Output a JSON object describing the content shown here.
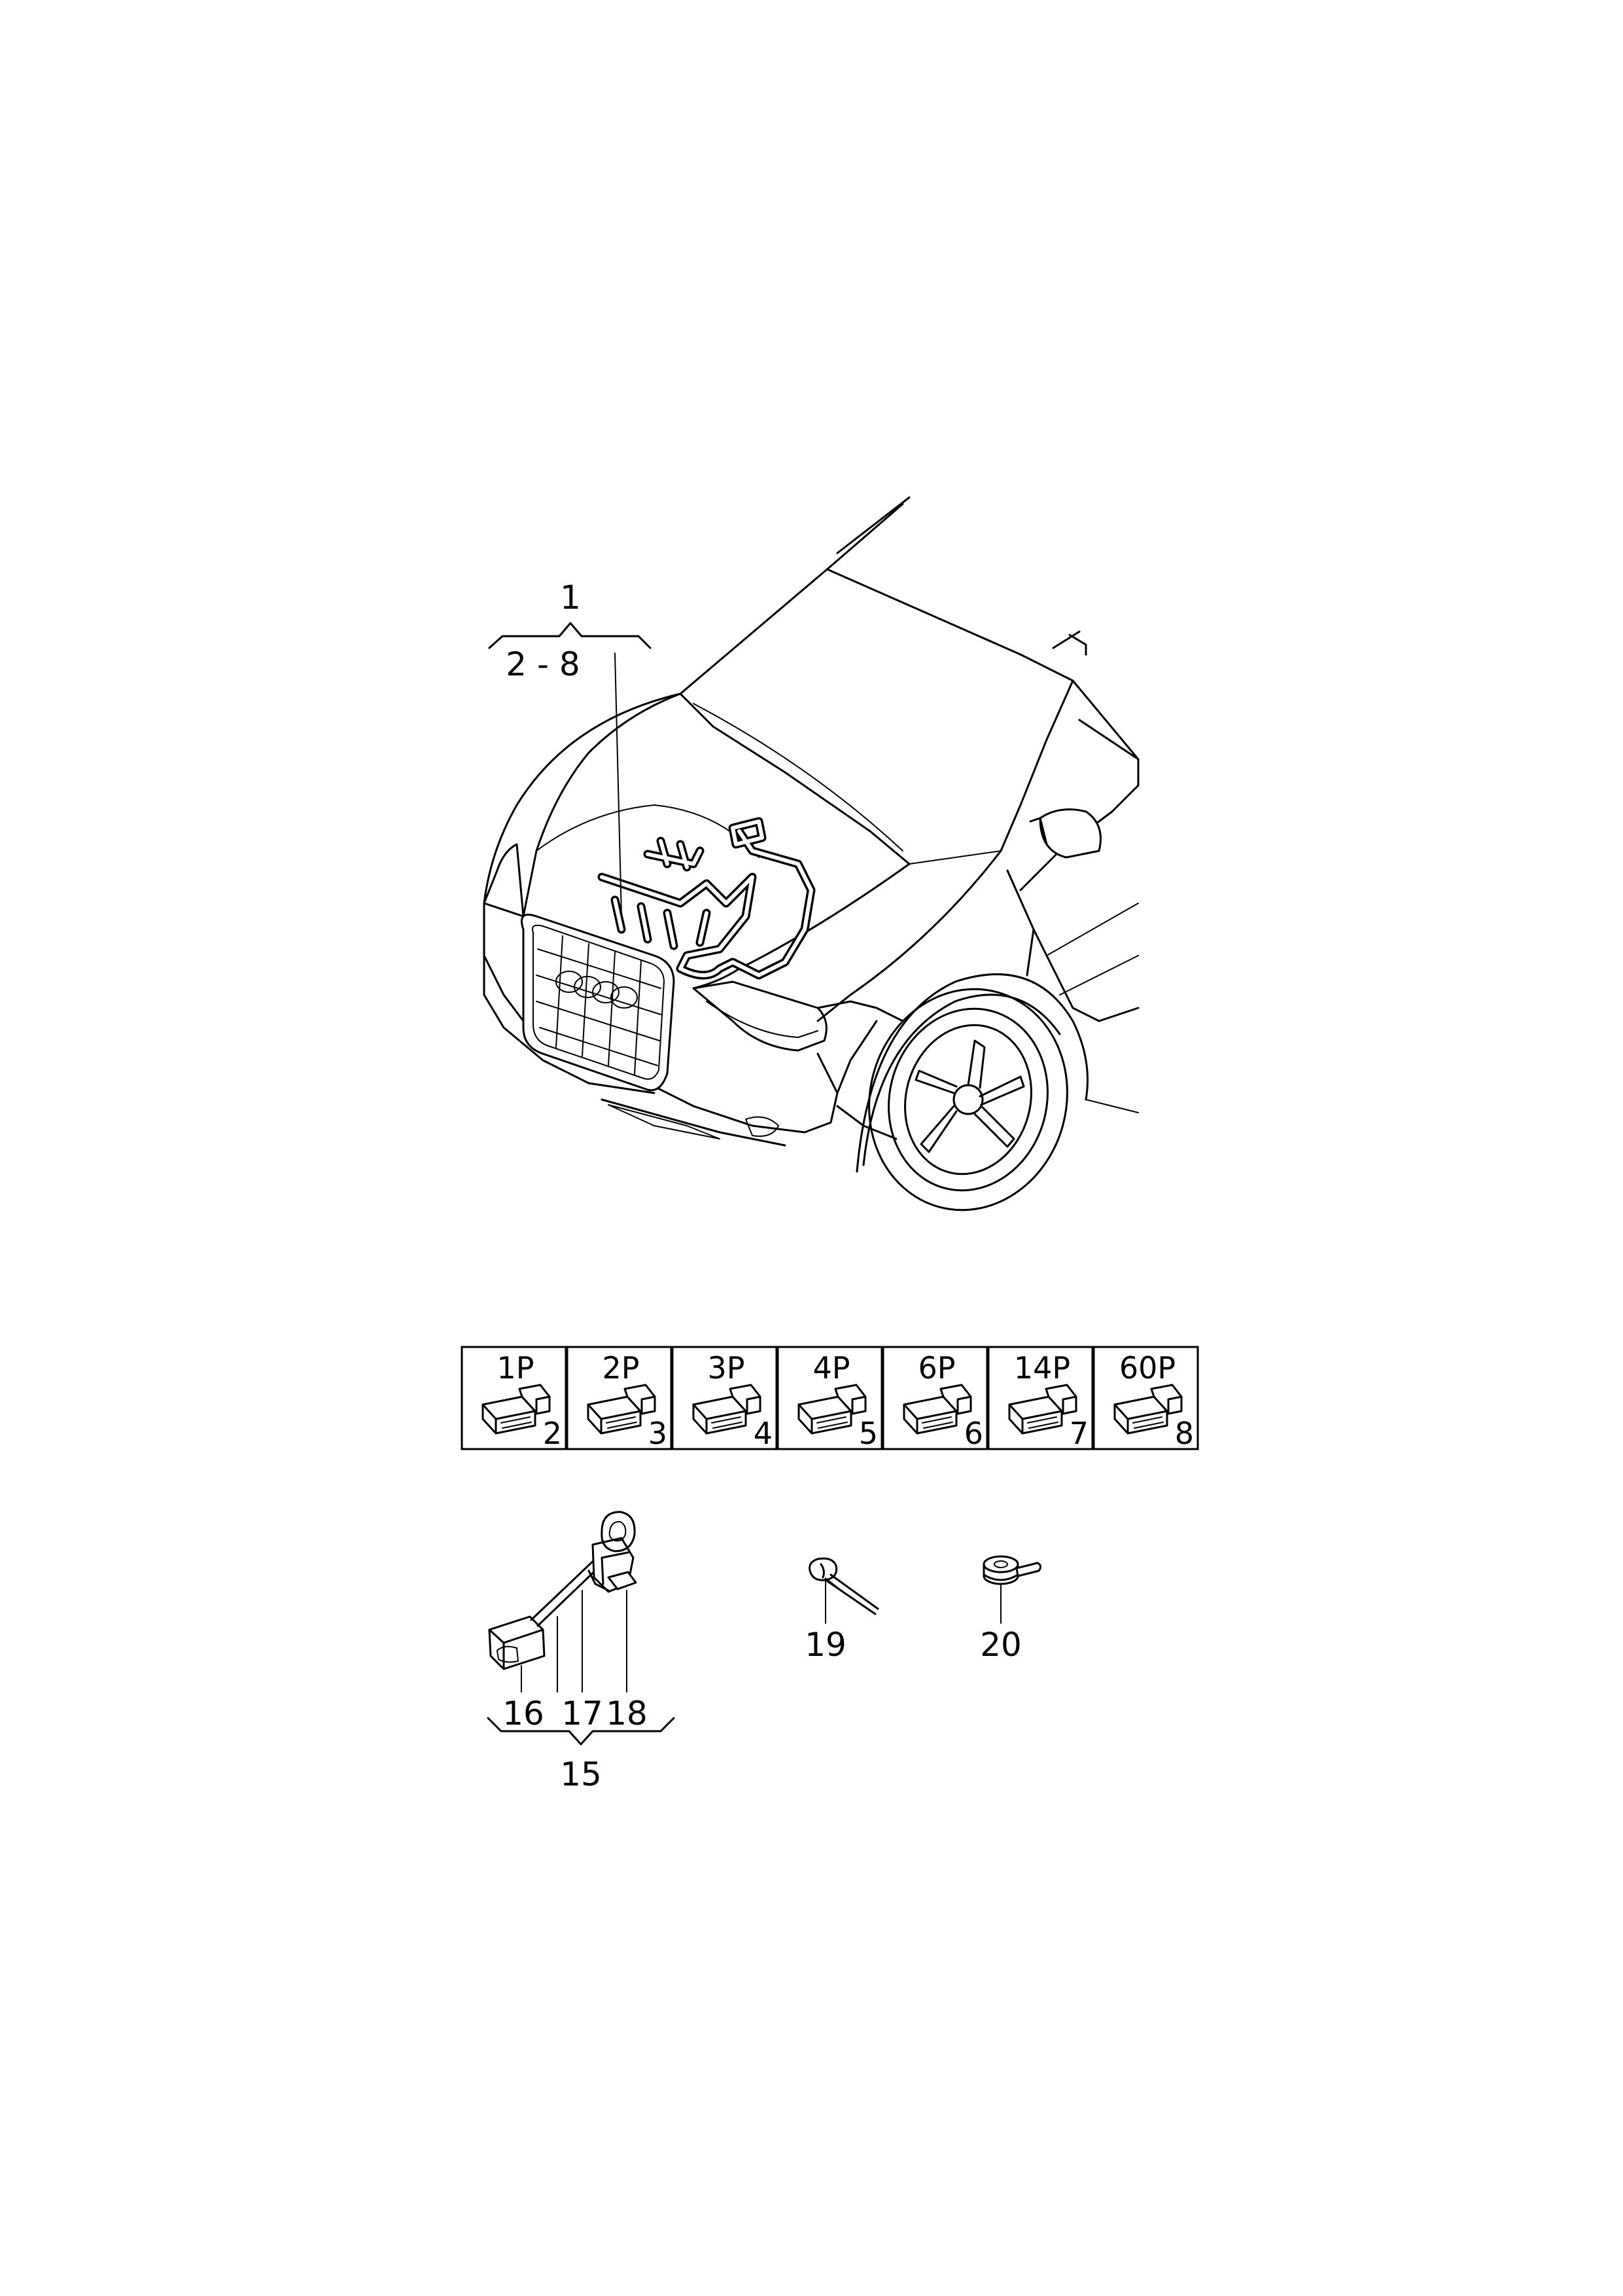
{
  "callouts": {
    "harness_main": "1",
    "harness_range": "2 - 8",
    "kit_main": "15",
    "part_16": "16",
    "part_17": "17",
    "part_18": "18",
    "part_19": "19",
    "part_20": "20"
  },
  "connectors": [
    {
      "pins": "1P",
      "part": "2"
    },
    {
      "pins": "2P",
      "part": "3"
    },
    {
      "pins": "3P",
      "part": "4"
    },
    {
      "pins": "4P",
      "part": "5"
    },
    {
      "pins": "6P",
      "part": "6"
    },
    {
      "pins": "14P",
      "part": "7"
    },
    {
      "pins": "60P",
      "part": "8"
    }
  ]
}
